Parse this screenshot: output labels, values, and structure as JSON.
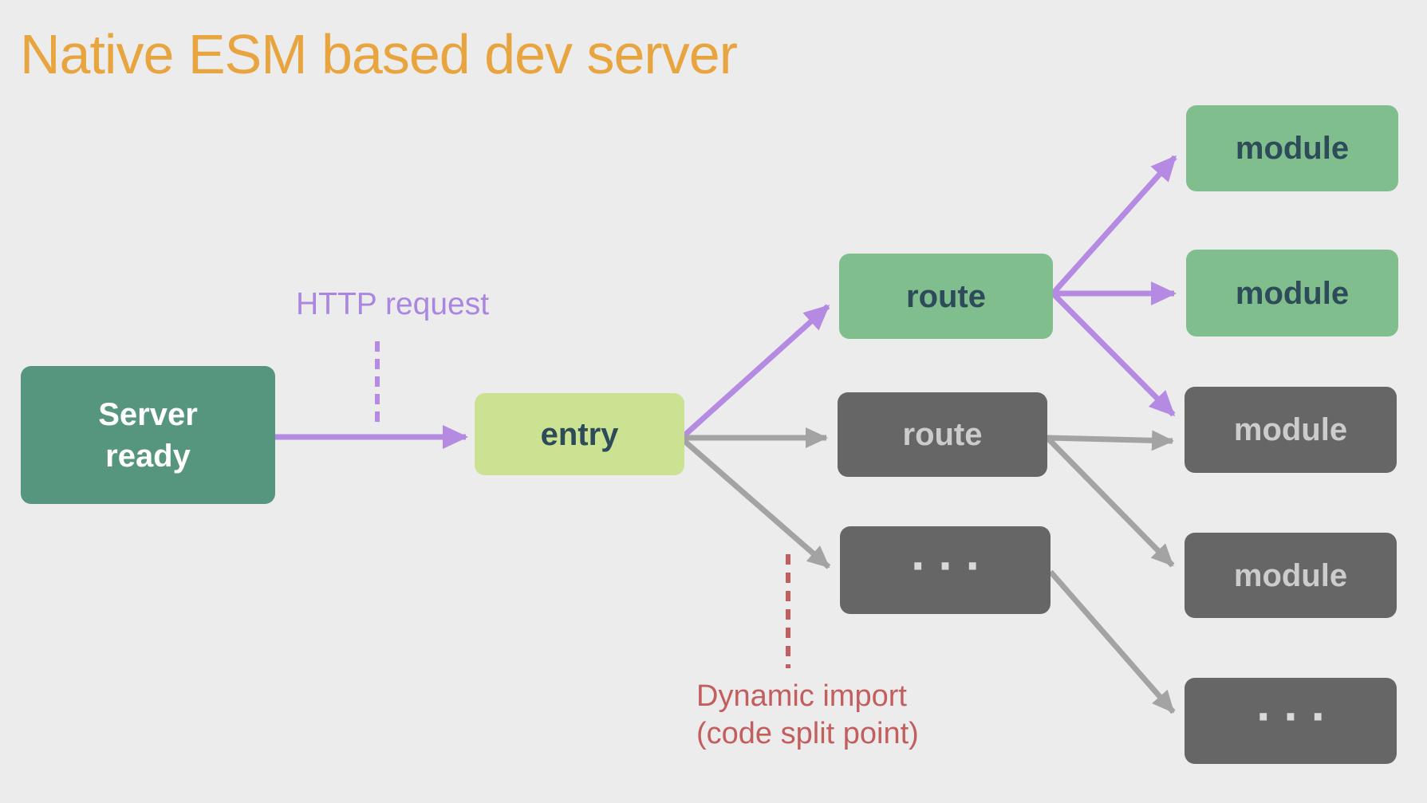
{
  "title": "Native ESM based dev server",
  "nodes": {
    "server_ready": "Server ready",
    "entry": "entry",
    "route_a": "route",
    "route_b": "route",
    "route_more": "...",
    "module_a": "module",
    "module_b": "module",
    "module_c": "module",
    "module_d": "module",
    "module_more": "..."
  },
  "annotations": {
    "http_request": "HTTP request",
    "dynamic_import_line1": "Dynamic import",
    "dynamic_import_line2": "(code split point)"
  },
  "colors": {
    "background": "#ececec",
    "title": "#e8a53f",
    "server_box": "#56957e",
    "entry_box": "#cbe292",
    "green_box": "#80bf8d",
    "dark_box": "#666666",
    "box_dark_text": "#2d4b58",
    "box_light_text": "#ffffff",
    "dark_box_text": "#cccccc",
    "purple_arrow": "#b58ae2",
    "purple_label": "#aa86e0",
    "gray_arrow": "#a3a3a3",
    "red_label": "#c25e5e"
  }
}
